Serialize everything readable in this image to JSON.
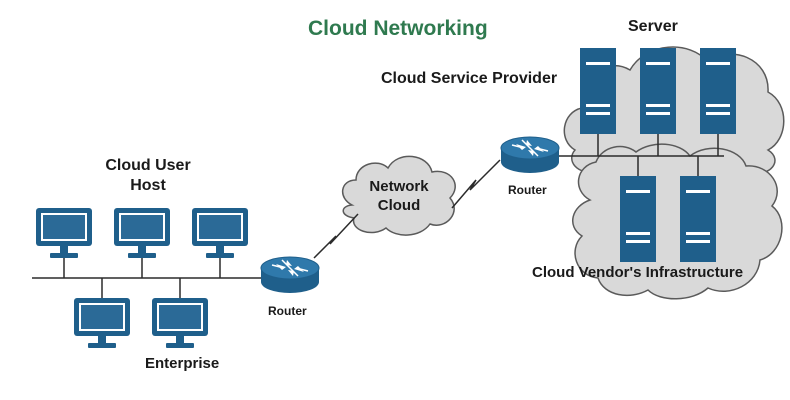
{
  "title": "Cloud Networking",
  "labels": {
    "cloud_service_provider": "Cloud Service Provider",
    "server": "Server",
    "cloud_user_line1": "Cloud User",
    "cloud_user_line2": "Host",
    "network_cloud_line1": "Network",
    "network_cloud_line2": "Cloud",
    "router_left": "Router",
    "router_right": "Router",
    "enterprise": "Enterprise",
    "cloud_vendor_infrastructure": "Cloud Vendor's Infrastructure"
  },
  "colors": {
    "title": "#2f7a4f",
    "device_blue": "#1f5f8b",
    "screen_blue": "#2b6a97",
    "cloud_fill": "#d9d9d9",
    "cloud_stroke": "#5a5a5a",
    "line": "#2b2b2b"
  },
  "icons": [
    "monitor-icon",
    "router-icon",
    "server-icon",
    "cloud-icon",
    "lightning-link-icon"
  ]
}
